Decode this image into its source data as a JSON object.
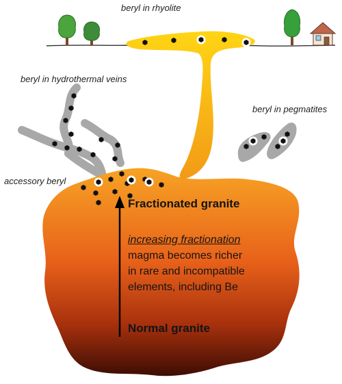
{
  "labels": {
    "rhyolite": "beryl in rhyolite",
    "hydrothermal": "beryl in hydrothermal veins",
    "pegmatites": "beryl in pegmatites",
    "accessory": "accessory beryl"
  },
  "granite": {
    "top": "Fractionated granite",
    "process": "increasing fractionation",
    "desc_line1": "magma becomes richer",
    "desc_line2": "in rare and incompatible",
    "desc_line3": "elements, including Be",
    "bottom": "Normal granite"
  },
  "icons": [
    "tree-icon",
    "house-icon",
    "beryl-crystal-icon"
  ],
  "colors": {
    "magma_top": "#f7a324",
    "magma_mid": "#e8611a",
    "magma_bottom": "#3d0d04",
    "dike_top": "#ffd514",
    "dike_bottom": "#f29a17",
    "vein_gray": "#a8a8a8",
    "crystal": "#111111",
    "tree_green": "#4aa53c",
    "house_wall": "#f5e6d6",
    "house_roof": "#c0664a"
  }
}
